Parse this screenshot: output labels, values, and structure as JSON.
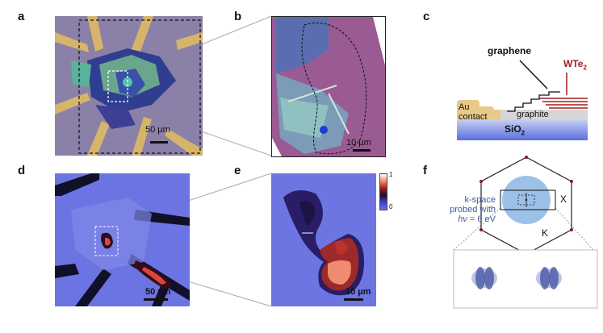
{
  "figure": {
    "panel_labels": {
      "a": "a",
      "b": "b",
      "c": "c",
      "d": "d",
      "e": "e",
      "f": "f"
    },
    "panel_a": {
      "scale_bar": "50 µm"
    },
    "panel_b": {
      "scale_bar": "10 µm"
    },
    "panel_c": {
      "graphene": "graphene",
      "wte2_main": "WTe",
      "wte2_sub": "2",
      "au_line1": "Au",
      "au_line2": "contact",
      "graphite": "graphite",
      "sio2_main": "SiO",
      "sio2_sub": "2"
    },
    "panel_d": {
      "scale_bar": "50 µm"
    },
    "panel_e": {
      "scale_bar": "10 µm",
      "colorbar_max": "1",
      "colorbar_min": "0"
    },
    "panel_f": {
      "kspace_line1": "k-space",
      "kspace_line2": "probed with",
      "kspace_hv": "hν",
      "kspace_energy": " = 6 eV",
      "point_x": "X",
      "point_k": "K"
    }
  },
  "colors": {
    "optical_bg": "#8a7fa6",
    "au": "#d6b46a",
    "flake_pink": "#a0588c",
    "map_bg": "#6a72e0",
    "wte2_red": "#a31b1b",
    "kspace_blue": "#9cc0e8",
    "bz_line": "#222222"
  }
}
